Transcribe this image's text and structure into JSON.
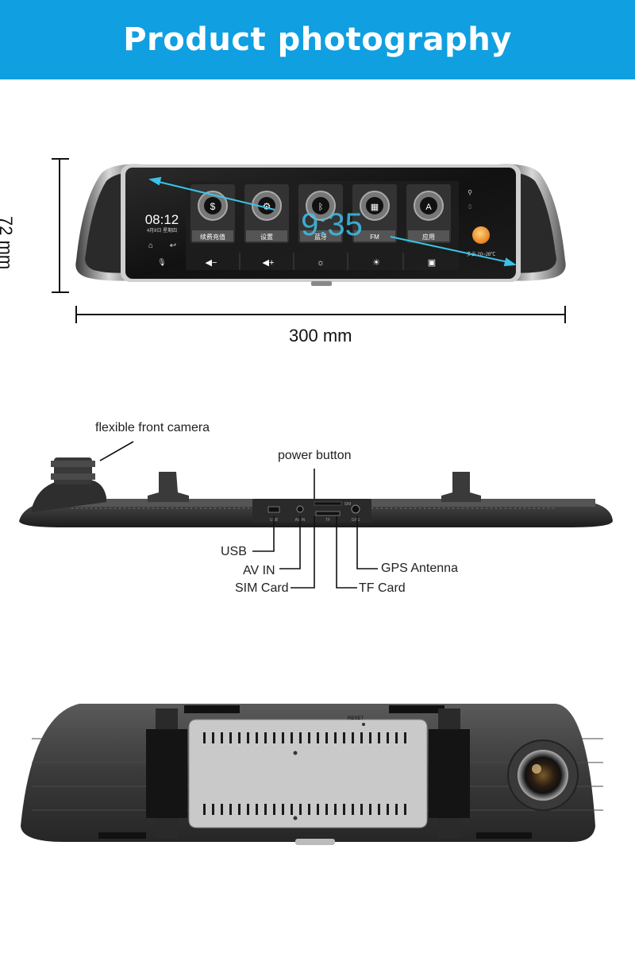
{
  "header": {
    "title": "Product photography"
  },
  "dimensions": {
    "height": "72 mm",
    "width": "300 mm"
  },
  "screen": {
    "clock": "08:12",
    "date": "4月8日 星期四",
    "overlay_time": "9:35",
    "apps": [
      "续费充值",
      "设置",
      "蓝牙",
      "FM",
      "应用"
    ],
    "weather": "多云 20~28℃"
  },
  "ports": {
    "front_camera": "flexible front camera",
    "power_button": "power button",
    "usb": "USB",
    "av_in": "AV IN",
    "sim_card": "SIM Card",
    "tf_card": "TF Card",
    "gps_antenna": "GPS Antenna",
    "usb_port_text": "USB",
    "av_port_text": "AV IN",
    "tf_port_text": "TF",
    "gps_port_text": "GPS",
    "sim_port_text": "SIM"
  },
  "back": {
    "reset": "RESET"
  }
}
